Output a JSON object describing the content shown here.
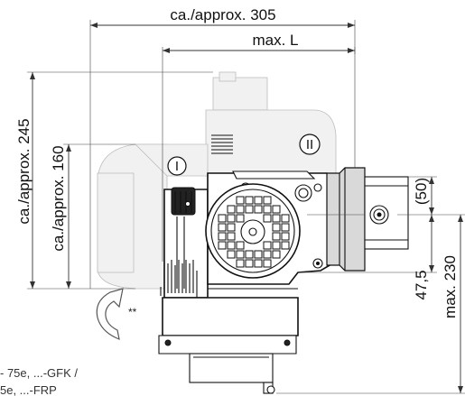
{
  "dimensions": {
    "overall_width": "ca./approx. 305",
    "max_length": "max. L",
    "overall_height": "ca./approx. 245",
    "height_160": "ca./approx. 160",
    "offset_50": "(50)",
    "offset_47_5": "47,5",
    "max_height": "max. 230"
  },
  "markers": {
    "position_one": "I",
    "position_two": "II",
    "rotation_note": "**"
  },
  "footnote": {
    "line1": "- 75e, ...-GFK /",
    "line2": "5e, ...-FRP"
  }
}
